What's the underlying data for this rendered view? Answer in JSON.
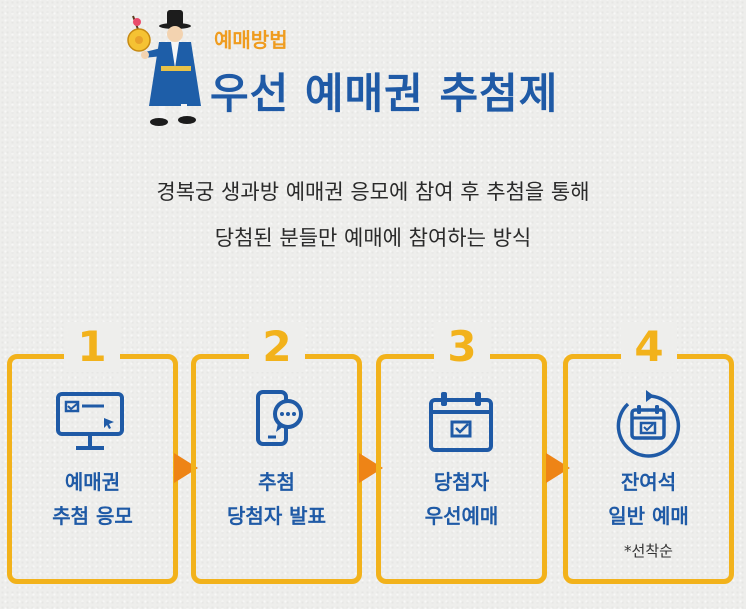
{
  "header": {
    "kicker": "예매방법",
    "title": "우선 예매권 추첨제"
  },
  "description": {
    "line1": "경복궁 생과방 예매권 응모에 참여 후 추첨을 통해",
    "line2": "당첨된 분들만 예매에 참여하는 방식"
  },
  "steps": [
    {
      "number": "1",
      "line1": "예매권",
      "line2": "추첨 응모",
      "icon": "computer-monitor-icon"
    },
    {
      "number": "2",
      "line1": "추첨",
      "line2": "당첨자 발표",
      "icon": "smartphone-message-icon"
    },
    {
      "number": "3",
      "line1": "당첨자",
      "line2": "우선예매",
      "icon": "calendar-check-icon"
    },
    {
      "number": "4",
      "line1": "잔여석",
      "line2": "일반 예매",
      "note": "*선착순",
      "icon": "calendar-refresh-icon"
    }
  ],
  "colors": {
    "blue": "#1f5aa6",
    "yellow": "#f2b21b",
    "orange": "#ee8416",
    "kicker": "#ef9c1f"
  }
}
